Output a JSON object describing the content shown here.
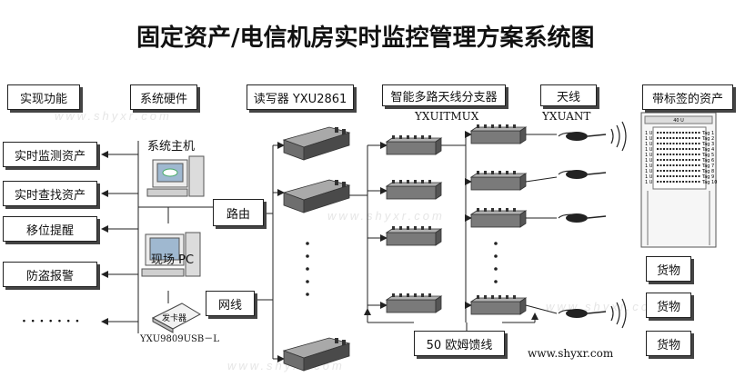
{
  "title": "固定资产/电信机房实时监控管理方案系统图",
  "headers": {
    "functions": "实现功能",
    "hardware": "系统硬件",
    "reader": "读写器 YXU2861",
    "mux": "智能多路天线分支器",
    "mux_model": "YXUITMUX",
    "antenna": "天线",
    "antenna_model": "YXUANT",
    "assets": "带标签的资产"
  },
  "functions": [
    "实时监测资产",
    "实时查找资产",
    "移位提醒",
    "防盗报警",
    "· · · · · · ·"
  ],
  "hardware": {
    "host": "系统主机",
    "router": "路由",
    "pc": "现场 PC",
    "network": "网线",
    "card_issuer": "发卡器",
    "card_model": "YXU9809USB－L"
  },
  "cable": "50 欧姆馈线",
  "goods": [
    "货物",
    "货物",
    "货物"
  ],
  "rack": {
    "header": "40 U",
    "slot_label": "1 U",
    "tags": [
      "Tag 1",
      "Tag 2",
      "Tag 3",
      "Tag 4",
      "Tag 5",
      "Tag 6",
      "Tag 7",
      "Tag 8",
      "Tag 9",
      "Tag 10"
    ]
  },
  "url": "www.shyxr.com",
  "watermark": "www.shyxr.com",
  "colors": {
    "line": "#222222",
    "device": "#6e6e6e",
    "device_dark": "#3a3a3a",
    "device_light": "#a9a9a9"
  }
}
